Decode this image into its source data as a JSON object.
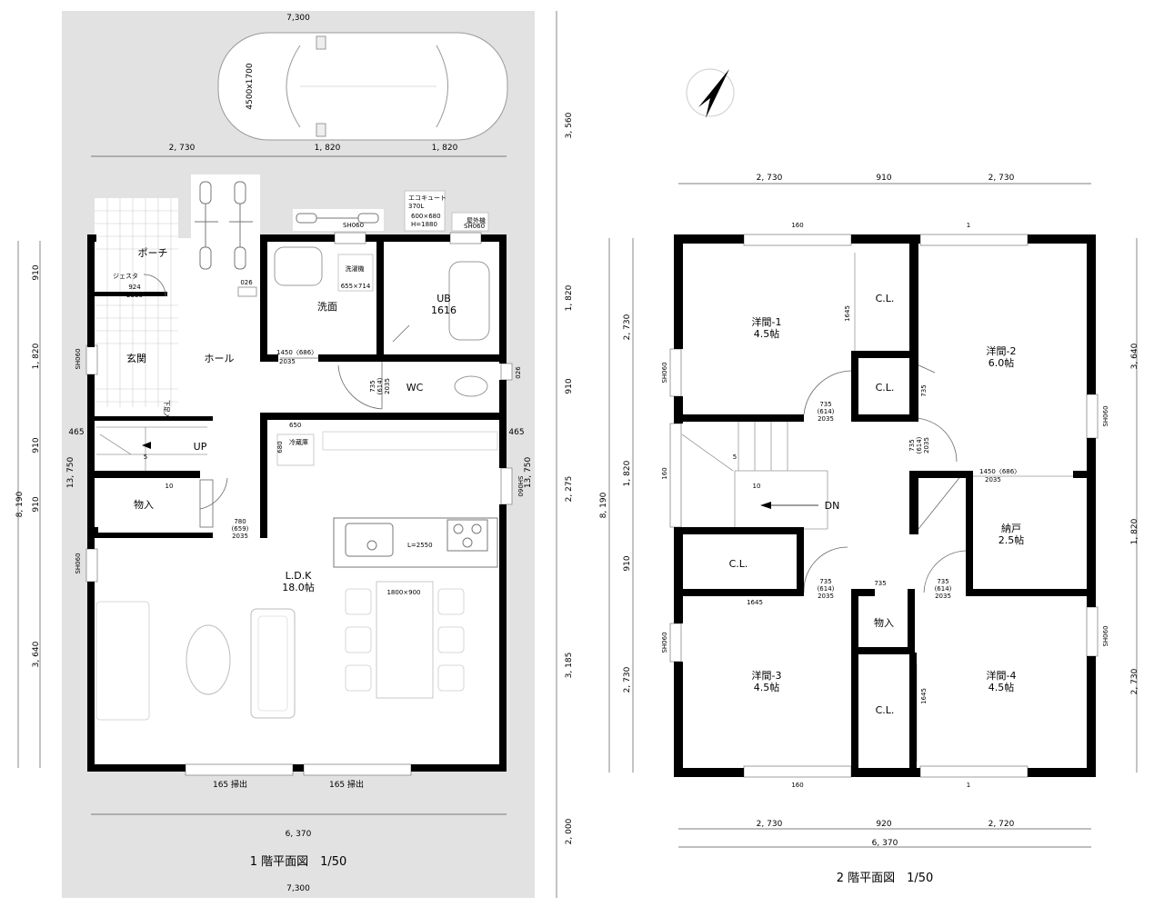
{
  "floor1": {
    "title": "1 階平面図　1/50",
    "car_label": "4500x1700",
    "rooms": {
      "porch": "ポーチ",
      "genkan": "玄関",
      "hall": "ホール",
      "senmen": "洗面",
      "ub": "UB",
      "ub_size": "1616",
      "wc": "WC",
      "monoire": "物入",
      "ldk": "L.D.K",
      "ldk_size": "18.0帖",
      "up": "UP"
    },
    "labels": {
      "jesta": "ジェスタ",
      "jesta_dims": "924",
      "jesta_dims2": "2330",
      "washer": "洗濯機",
      "washer_dims": "655×714",
      "ecocute": "エコキュート",
      "ecocute_l": "370L",
      "ecocute_dims": "600×680",
      "ecocute_h": "H=1880",
      "outdoor_unit": "屋外機",
      "fridge": "冷蔵庫",
      "kitchen_l": "L=2550",
      "table": "1800×900",
      "geta": "下足入",
      "sh060": "SH060",
      "n026": "026",
      "n650": "650",
      "n680": "680",
      "n5": "5",
      "n10": "10",
      "door_senmen": "1450〈686〉",
      "door_senmen_h": "2035",
      "door_wc": "735",
      "door_wc2": "(614)",
      "door_wc3": "2035",
      "door_ldk": "780",
      "door_ldk2": "(659)",
      "door_ldk3": "2035",
      "window_l": "165 掃出",
      "window_r": "165 掃出"
    },
    "dims": {
      "top_total": "7,300",
      "bottom_total": "7,300",
      "bottom_inner": "6, 370",
      "row_2730": "2, 730",
      "row_1820a": "1, 820",
      "row_1820b": "1, 820",
      "l_910a": "910",
      "l_1820": "1, 820",
      "l_910b": "910",
      "l_910c": "910",
      "l_3640": "3, 640",
      "l_8190": "8, 190",
      "l_13750": "13, 750",
      "r_13750": "13, 750",
      "l_465": "465",
      "r_465": "465",
      "r_3560": "3, 560",
      "r_1820": "1, 820",
      "r_910": "910",
      "r_2275": "2, 275",
      "r_3185": "3, 185",
      "r_2000": "2, 000"
    }
  },
  "floor2": {
    "title": "2 階平面図　1/50",
    "rooms": {
      "yo1": "洋間-1",
      "yo1_size": "4.5帖",
      "yo2": "洋間-2",
      "yo2_size": "6.0帖",
      "yo3": "洋間-3",
      "yo3_size": "4.5帖",
      "yo4": "洋間-4",
      "yo4_size": "4.5帖",
      "nando": "納戸",
      "nando_size": "2.5帖",
      "cl": "C.L.",
      "monoire": "物入",
      "dn": "DN"
    },
    "labels": {
      "n160a": "160",
      "n1a": "1",
      "n160b": "160",
      "n1b": "1",
      "n160c": "160",
      "n1645a": "1645",
      "n1645b": "1645",
      "n1645c": "1645",
      "n5": "5",
      "n10": "10",
      "sh060": "SH060",
      "d735": "735",
      "d614": "(614)",
      "d2035": "2035",
      "door_nando": "1450〈686〉",
      "door_nando_h": "2035"
    },
    "dims": {
      "top_2730a": "2, 730",
      "top_910": "910",
      "top_2730b": "2, 730",
      "bot_2730": "2, 730",
      "bot_920": "920",
      "bot_2720": "2, 720",
      "bot_6370": "6, 370",
      "l_2730a": "2, 730",
      "l_1820": "1, 820",
      "l_910": "910",
      "l_2730b": "2, 730",
      "l_8190": "8, 190",
      "r_3640": "3, 640",
      "r_1820": "1, 820",
      "r_2730": "2, 730"
    }
  }
}
